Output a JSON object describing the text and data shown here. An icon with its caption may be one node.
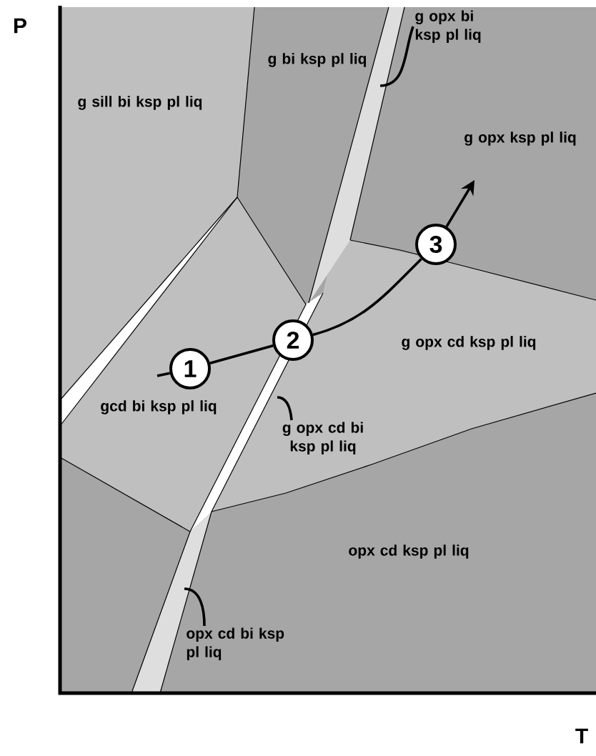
{
  "diagram": {
    "nodes": [
      {
        "text": [
          "g opx bi ksp pl liq"
        ]
      },
      {
        "text": [
          "g opx cd bi ksp pl liq"
        ]
      },
      {
        "text": [
          "opx cd bi ksp pl liq"
        ]
      },
      {
        "text": [
          "1"
        ]
      },
      {
        "text": [
          "2"
        ]
      },
      {
        "text": [
          "3"
        ]
      }
    ],
    "edges": [
      {
        "from": 0,
        "to": null,
        "arrow": "none"
      },
      {
        "from": 1,
        "to": null,
        "arrow": "none"
      },
      {
        "from": 2,
        "to": null,
        "arrow": "none"
      },
      {
        "from": null,
        "to": 3,
        "arrow": "none"
      },
      {
        "from": 3,
        "to": 4,
        "arrow": "none"
      },
      {
        "from": 4,
        "to": 5,
        "arrow": "none"
      },
      {
        "from": 5,
        "to": null,
        "arrow": "to"
      }
    ],
    "labels": [
      "P",
      "g sill bi ksp pl liq",
      "g bi ksp pl liq",
      "g opx ksp pl liq",
      "g opx cd ksp pl liq",
      "gcd bi ksp pl liq",
      "opx cd ksp pl liq",
      "T"
    ]
  }
}
